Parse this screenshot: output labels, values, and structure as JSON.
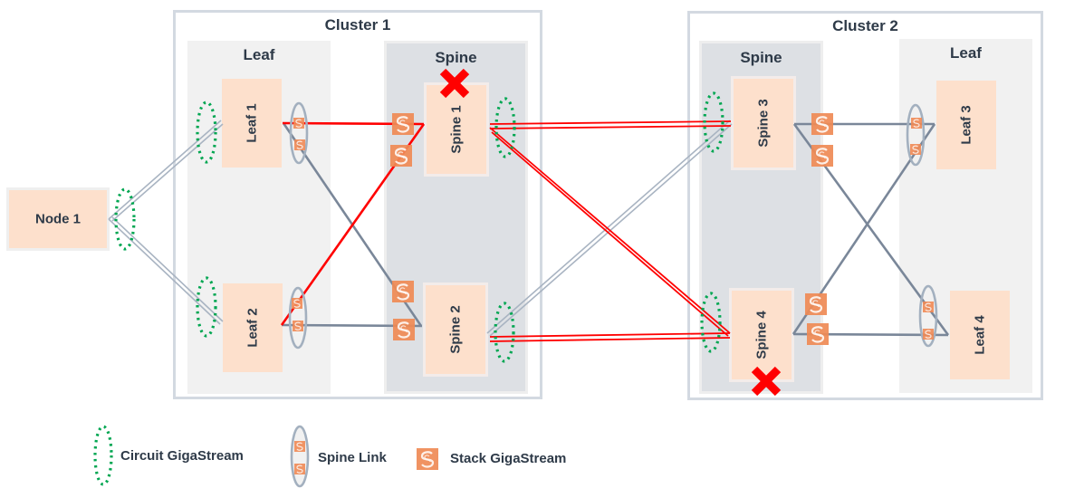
{
  "diagram": {
    "node": {
      "label": "Node 1"
    },
    "clusters": [
      {
        "title": "Cluster 1",
        "zones": [
          {
            "title": "Leaf",
            "devices": [
              {
                "label": "Leaf 1"
              },
              {
                "label": "Leaf 2"
              }
            ]
          },
          {
            "title": "Spine",
            "devices": [
              {
                "label": "Spine 1",
                "failed": true
              },
              {
                "label": "Spine 2",
                "failed": false
              }
            ]
          }
        ]
      },
      {
        "title": "Cluster 2",
        "zones": [
          {
            "title": "Spine",
            "devices": [
              {
                "label": "Spine 3",
                "failed": false
              },
              {
                "label": "Spine 4",
                "failed": true
              }
            ]
          },
          {
            "title": "Leaf",
            "devices": [
              {
                "label": "Leaf 3"
              },
              {
                "label": "Leaf 4"
              }
            ]
          }
        ]
      }
    ],
    "links": {
      "node_to_leaf": [
        "Node 1 - Leaf 1",
        "Node 1 - Leaf 2"
      ],
      "active_path_red": [
        "Leaf 1 - Spine 1",
        "Leaf 2 - Spine 1",
        "Spine 1 - Spine 3",
        "Spine 1 - Spine 4",
        "Spine 2 - Spine 4"
      ],
      "inactive_grey": [
        "Leaf 1 - Spine 2",
        "Leaf 2 - Spine 2",
        "Spine 2 - Spine 3",
        "Spine 3 - Leaf 3",
        "Spine 3 - Leaf 4",
        "Spine 4 - Leaf 3",
        "Spine 4 - Leaf 4"
      ]
    },
    "failure_icon": "red-x-icon",
    "stack_icon_glyph": "S"
  },
  "legend": {
    "items": [
      {
        "icon": "circuit-gigastream-icon",
        "label": "Circuit GigaStream"
      },
      {
        "icon": "spine-link-icon",
        "label": "Spine Link"
      },
      {
        "icon": "stack-gigastream-icon",
        "label": "Stack GigaStream"
      }
    ]
  },
  "colors": {
    "device_fill": "#fde0cc",
    "leaf_zone": "#f1f1f1",
    "spine_zone": "#dde0e4",
    "cluster_border": "#d3d9e1",
    "active_link": "#ff0000",
    "grey_link": "#7a8799",
    "circuit_dots": "#00a651",
    "stack_badge": "#ef8a55"
  }
}
